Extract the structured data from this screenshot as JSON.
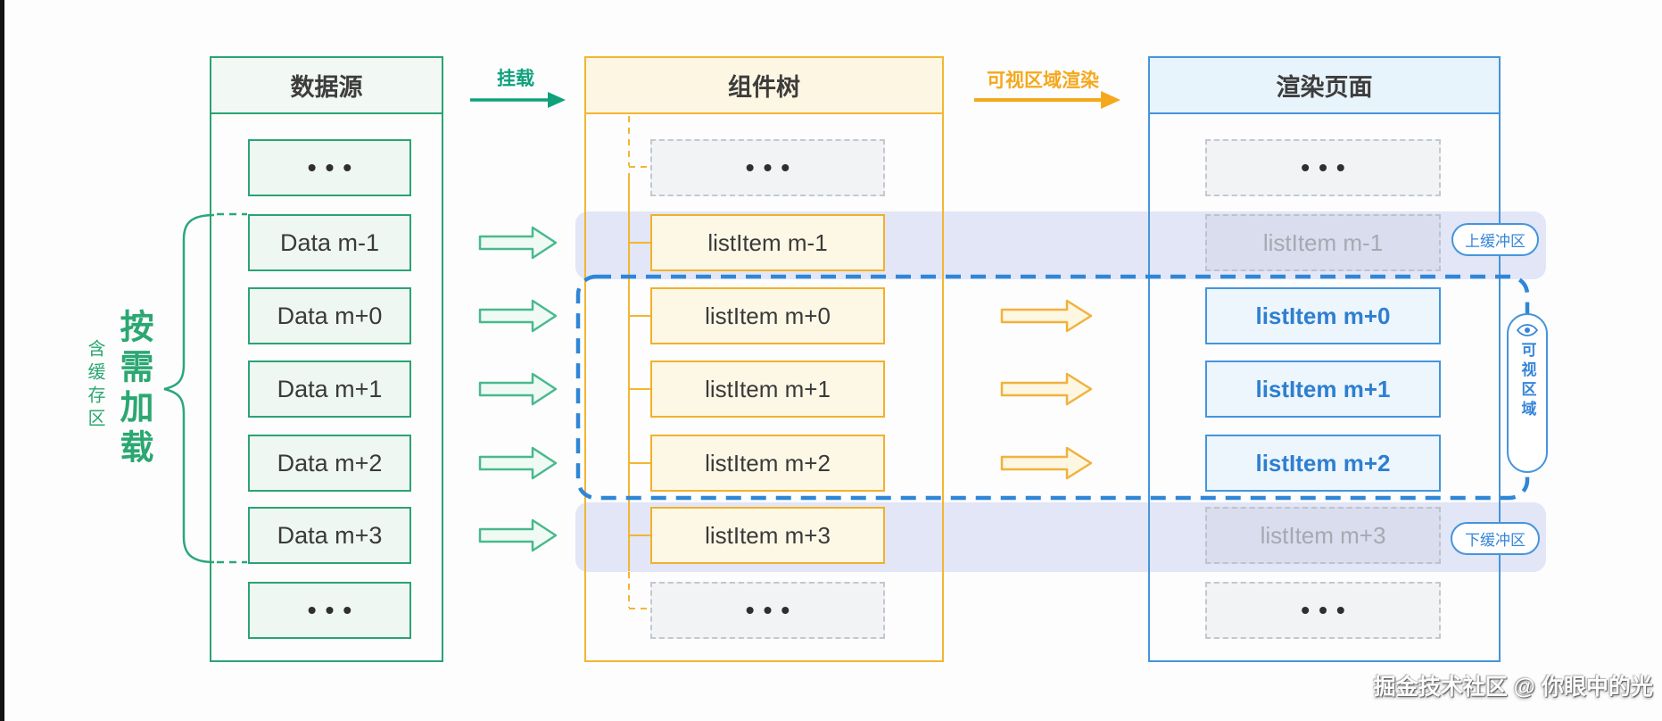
{
  "diagram": {
    "columns": [
      {
        "title": "数据源",
        "items": [
          "•••",
          "Data m-1",
          "Data m+0",
          "Data m+1",
          "Data m+2",
          "Data m+3",
          "•••"
        ]
      },
      {
        "title": "组件树",
        "items": [
          "•••",
          "listItem m-1",
          "listItem m+0",
          "listItem m+1",
          "listItem m+2",
          "listItem m+3",
          "•••"
        ]
      },
      {
        "title": "渲染页面",
        "items": [
          "•••",
          "listItem m-1",
          "listItem m+0",
          "listItem m+1",
          "listItem m+2",
          "listItem m+3",
          "•••"
        ]
      }
    ],
    "flow_labels": {
      "mount": "挂载",
      "viewport_render": "可视区域渲染"
    },
    "annotations": {
      "load_on_demand": "按需加载",
      "with_buffer": "含缓存区",
      "upper_buffer": "上缓冲区",
      "lower_buffer": "下缓冲区",
      "visible_area": "可视区域"
    },
    "watermark": "掘金技术社区 @ 你眼中的光",
    "colors": {
      "green_border": "#2BA374",
      "green_text": "#2BA772",
      "teal_arrow": "#0EA17C",
      "yellow_border": "#F2B632",
      "orange_label": "#F5A81C",
      "blue_border": "#4495DC",
      "blue_text": "#3585D8",
      "viewport_dash": "#2F86D6",
      "buffer_band": "#E2E6F7",
      "gray_dash": "#C2C6CE",
      "gray_text": "#A5A9B2",
      "dark_text": "#3A3A3A"
    }
  }
}
